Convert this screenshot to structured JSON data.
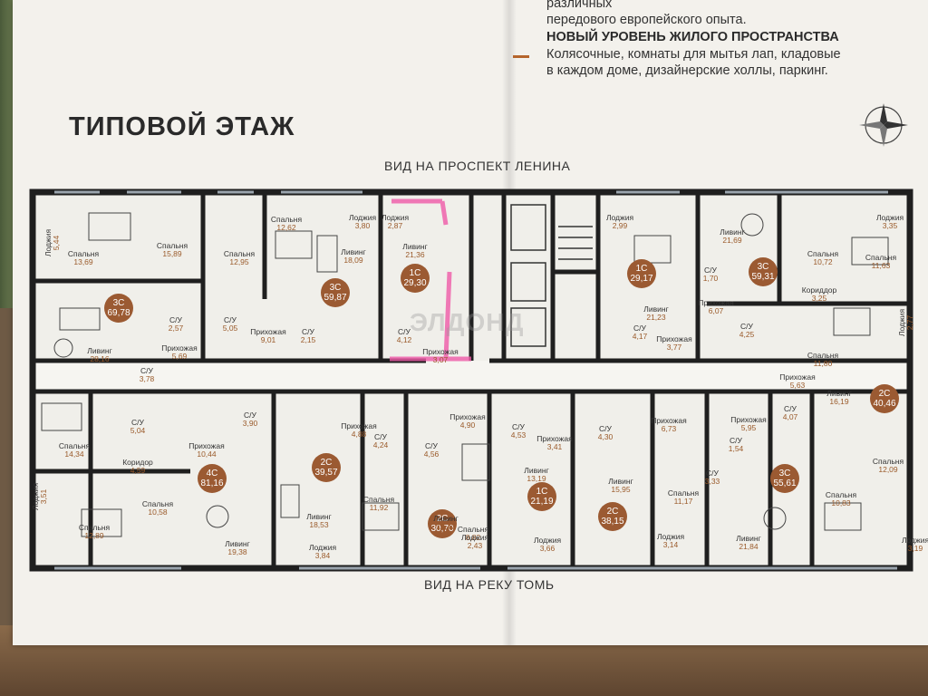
{
  "header": {
    "promo_line_top1": "различных",
    "promo_line_top2": "передового европейского опыта.",
    "promo_heading": "НОВЫЙ УРОВЕНЬ ЖИЛОГО ПРОСТРАНСТВА",
    "promo_body_1": "Колясочные, комнаты для мытья лап, кладовые",
    "promo_body_2": "в каждом доме, дизайнерские холлы, паркинг."
  },
  "plan": {
    "title": "ТИПОВОЙ ЭТАЖ",
    "view_top": "ВИД НА ПРОСПЕКТ ЛЕНИНА",
    "view_bottom": "ВИД НА РЕКУ ТОМЬ",
    "watermark": "ЭЛДОНД"
  },
  "apartments": [
    {
      "type": "3С",
      "area": "69,78"
    },
    {
      "type": "3С",
      "area": "59,87"
    },
    {
      "type": "1С",
      "area": "29,30"
    },
    {
      "type": "1С",
      "area": "29,17"
    },
    {
      "type": "3С",
      "area": "59,31"
    },
    {
      "type": "2С",
      "area": "40,46"
    },
    {
      "type": "4С",
      "area": "81,16"
    },
    {
      "type": "2С",
      "area": "39,57"
    },
    {
      "type": "2С",
      "area": "30,70"
    },
    {
      "type": "1С",
      "area": "21,19"
    },
    {
      "type": "2С",
      "area": "38,15"
    },
    {
      "type": "3С",
      "area": "55,61"
    }
  ],
  "rooms": [
    {
      "name": "Лоджия",
      "area": "5,44",
      "vertical": true
    },
    {
      "name": "Спальня",
      "area": "13,69"
    },
    {
      "name": "Спальня",
      "area": "15,89"
    },
    {
      "name": "Спальня",
      "area": "12,95"
    },
    {
      "name": "Спальня",
      "area": "12,62"
    },
    {
      "name": "Лоджия",
      "area": "3,80"
    },
    {
      "name": "Лоджия",
      "area": "2,87"
    },
    {
      "name": "Ливинг",
      "area": "18,09"
    },
    {
      "name": "Ливинг",
      "area": "21,36"
    },
    {
      "name": "С/У",
      "area": "2,57"
    },
    {
      "name": "С/У",
      "area": "5,05"
    },
    {
      "name": "Ливинг",
      "area": "28,16"
    },
    {
      "name": "Прихожая",
      "area": "5,69"
    },
    {
      "name": "Прихожая",
      "area": "9,01"
    },
    {
      "name": "С/У",
      "area": "2,15"
    },
    {
      "name": "С/У",
      "area": "4,12"
    },
    {
      "name": "Прихожая",
      "area": "3,07"
    },
    {
      "name": "С/У",
      "area": "3,78"
    },
    {
      "name": "Лоджия",
      "area": "2,99"
    },
    {
      "name": "Ливинг",
      "area": "21,69"
    },
    {
      "name": "Лоджия",
      "area": "3,35"
    },
    {
      "name": "Спальня",
      "area": "10,72"
    },
    {
      "name": "Спальня",
      "area": "11,63"
    },
    {
      "name": "Кориддор",
      "area": "3,25"
    },
    {
      "name": "С/У",
      "area": "1,70"
    },
    {
      "name": "Ливинг",
      "area": "21,23"
    },
    {
      "name": "Прихожая",
      "area": "6,07"
    },
    {
      "name": "С/У",
      "area": "4,17"
    },
    {
      "name": "Прихожая",
      "area": "3,77"
    },
    {
      "name": "С/У",
      "area": "4,25"
    },
    {
      "name": "Спальня",
      "area": "11,80"
    },
    {
      "name": "Лоджия",
      "area": "2,77",
      "vertical": true
    },
    {
      "name": "Прихожая",
      "area": "5,63"
    },
    {
      "name": "Ливинг",
      "area": "16,19"
    },
    {
      "name": "С/У",
      "area": "4,07"
    },
    {
      "name": "С/У",
      "area": "5,04"
    },
    {
      "name": "Спальня",
      "area": "14,34"
    },
    {
      "name": "Прихожая",
      "area": "10,44"
    },
    {
      "name": "Коридор",
      "area": "4,59"
    },
    {
      "name": "С/У",
      "area": "3,90"
    },
    {
      "name": "Прихожая",
      "area": "4,88"
    },
    {
      "name": "С/У",
      "area": "4,24"
    },
    {
      "name": "С/У",
      "area": "4,56"
    },
    {
      "name": "Прихожая",
      "area": "4,90"
    },
    {
      "name": "С/У",
      "area": "4,53"
    },
    {
      "name": "Прихожая",
      "area": "3,41"
    },
    {
      "name": "С/У",
      "area": "4,30"
    },
    {
      "name": "Прихожая",
      "area": "6,73"
    },
    {
      "name": "Прихожая",
      "area": "5,95"
    },
    {
      "name": "С/У",
      "area": "1,54"
    },
    {
      "name": "Лоджия",
      "area": "3,51",
      "vertical": true
    },
    {
      "name": "Спальня",
      "area": "12,89"
    },
    {
      "name": "Спальня",
      "area": "10,58"
    },
    {
      "name": "Ливинг",
      "area": "19,38"
    },
    {
      "name": "Ливинг",
      "area": "18,53"
    },
    {
      "name": "Лоджия",
      "area": "3,84"
    },
    {
      "name": "Спальня",
      "area": "11,92"
    },
    {
      "name": "Ливинг",
      "area": "12,42"
    },
    {
      "name": "Спальня",
      "area": "8,82"
    },
    {
      "name": "Лоджия",
      "area": "2,43"
    },
    {
      "name": "Ливинг",
      "area": "13,19"
    },
    {
      "name": "Лоджия",
      "area": "3,66"
    },
    {
      "name": "Ливинг",
      "area": "15,95"
    },
    {
      "name": "Спальня",
      "area": "11,17"
    },
    {
      "name": "Лоджия",
      "area": "3,14"
    },
    {
      "name": "С/У",
      "area": "3,33"
    },
    {
      "name": "Ливинг",
      "area": "21,84"
    },
    {
      "name": "Спальня",
      "area": "10,83"
    },
    {
      "name": "Спальня",
      "area": "12,09"
    },
    {
      "name": "Лоджия",
      "area": "3,19"
    }
  ]
}
